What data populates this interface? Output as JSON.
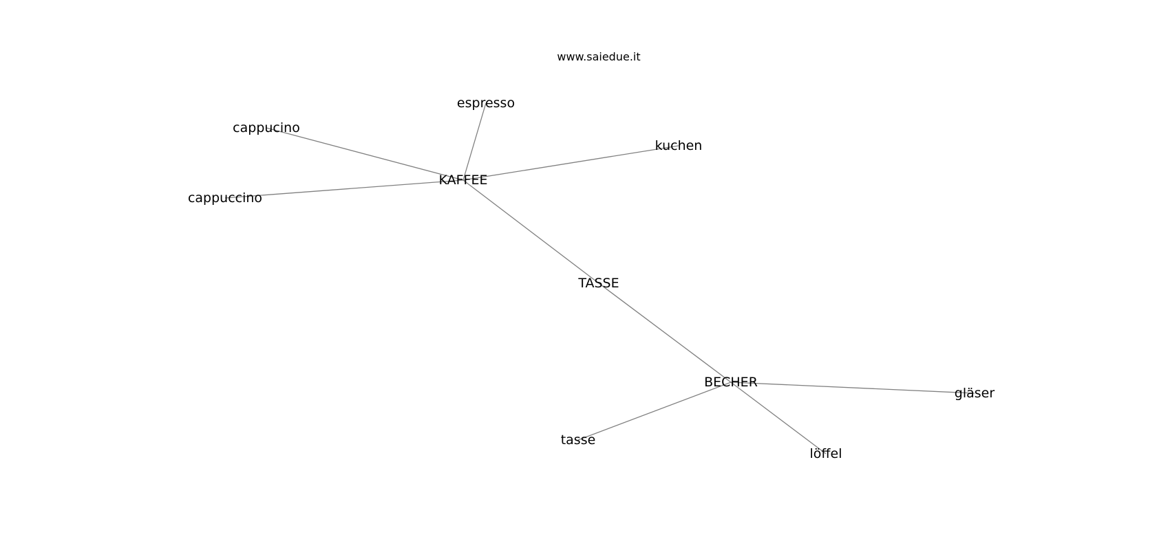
{
  "diagram": {
    "site_label": "www.saiedue.it",
    "edge_color": "#808080",
    "text_color": "#000000",
    "nodes": [
      {
        "id": "kaffee",
        "label": "KAFFEE"
      },
      {
        "id": "espresso",
        "label": "espresso"
      },
      {
        "id": "cappucino",
        "label": "cappucino"
      },
      {
        "id": "cappuccino",
        "label": "cappuccino"
      },
      {
        "id": "kuchen",
        "label": "kuchen"
      },
      {
        "id": "tasse_upper",
        "label": "TASSE"
      },
      {
        "id": "becher",
        "label": "BECHER"
      },
      {
        "id": "glaeser",
        "label": "gläser"
      },
      {
        "id": "tasse_lower",
        "label": "tasse"
      },
      {
        "id": "loeffel",
        "label": "löffel"
      }
    ],
    "edges": [
      {
        "from": "kaffee",
        "to": "espresso"
      },
      {
        "from": "kaffee",
        "to": "cappucino"
      },
      {
        "from": "kaffee",
        "to": "cappuccino"
      },
      {
        "from": "kaffee",
        "to": "kuchen"
      },
      {
        "from": "kaffee",
        "to": "tasse_upper"
      },
      {
        "from": "tasse_upper",
        "to": "becher"
      },
      {
        "from": "becher",
        "to": "glaeser"
      },
      {
        "from": "becher",
        "to": "tasse_lower"
      },
      {
        "from": "becher",
        "to": "loeffel"
      }
    ]
  }
}
